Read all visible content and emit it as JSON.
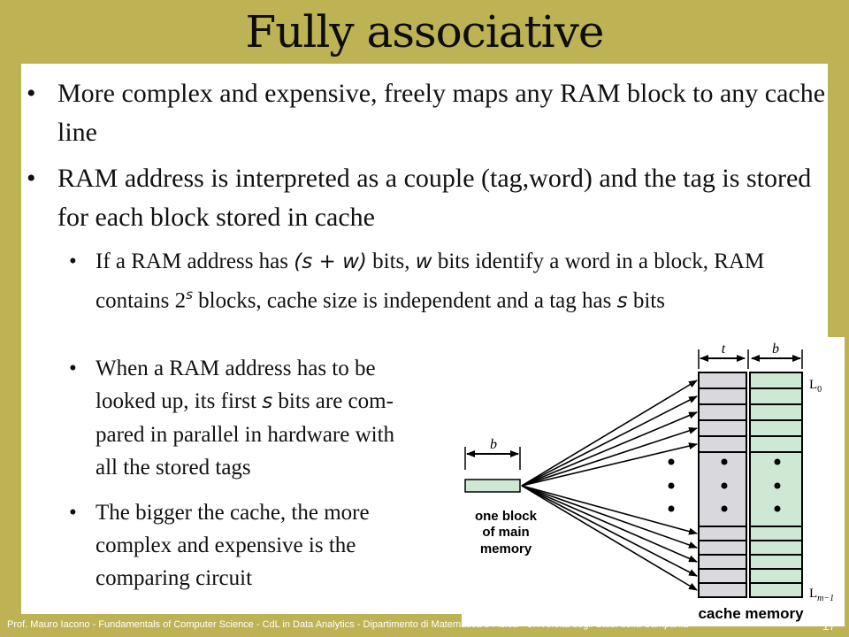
{
  "slide": {
    "title": "Fully associative",
    "bullets": [
      "More complex and expensive, freely maps any RAM block to any cache line",
      "RAM address is interpreted as a couple (tag,word) and the tag is stored for each block stored in cache"
    ],
    "sub": {
      "s1_a": "If a RAM address has ",
      "s1_m1": "(s + w)",
      "s1_b": " bits, ",
      "s1_m2": "w",
      "s1_c": " bits identify a word in a block, RAM contains 2",
      "s1_sup": "s",
      "s1_d": " blocks, cache size is independent and a tag has ",
      "s1_m3": "s",
      "s1_e": " bits",
      "s2_l1": "When a RAM address has to be",
      "s2_l2a": "looked up, its first ",
      "s2_l2m": "s",
      "s2_l2b": " bits are com-",
      "s2_l3": "pared in parallel in hardware with",
      "s2_l4": "all the stored tags",
      "s3_l1": "The bigger the cache, the more",
      "s3_l2": "complex and expensive is the",
      "s3_l3": "comparing circuit"
    },
    "bullet_glyph": "•"
  },
  "figure": {
    "t_label": "t",
    "b_label": "b",
    "b_label_left": "b",
    "l0": "L",
    "l0_sub": "0",
    "lm": "L",
    "lm_sub": "m−1",
    "block_l1": "one block",
    "block_l2": "of main",
    "block_l3": "memory",
    "cache_label": "cache memory",
    "colors": {
      "tag": "#d9d9dd",
      "word": "#cfe8d4"
    }
  },
  "footer": {
    "text": "Prof. Mauro Iacono - Fundamentals of Computer Science - CdL in Data Analytics - Dipartimento di Matematica e Fisica - Università degli Studi della Campania",
    "page": "17"
  }
}
